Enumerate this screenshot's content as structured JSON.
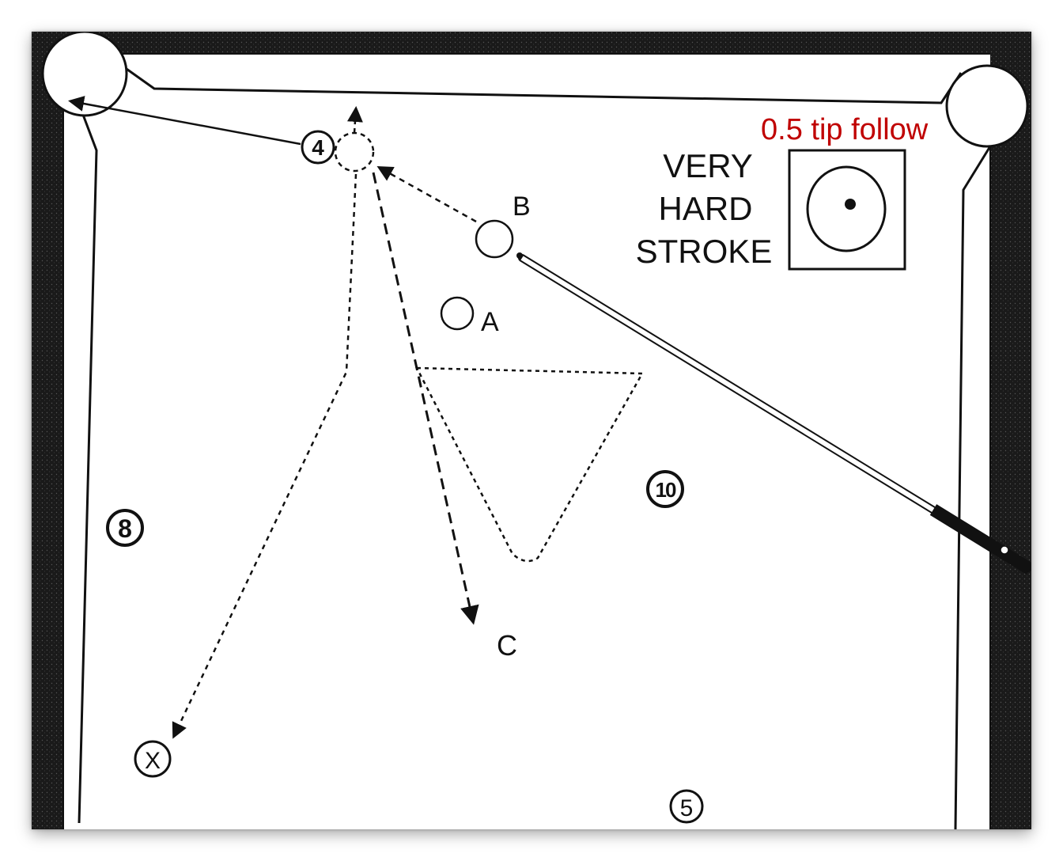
{
  "annotation": {
    "text": "0.5 tip follow",
    "color": "#c00000"
  },
  "stroke_box": {
    "line1": "VERY",
    "line2": "HARD",
    "line3": "STROKE"
  },
  "balls": {
    "four": "4",
    "eight": "8",
    "ten": "10",
    "five": "5",
    "x": "X"
  },
  "position_labels": {
    "a": "A",
    "b": "B",
    "c": "C"
  },
  "colors": {
    "rail": "#1a1a1a",
    "cloth": "#ffffff",
    "ink": "#111111"
  }
}
